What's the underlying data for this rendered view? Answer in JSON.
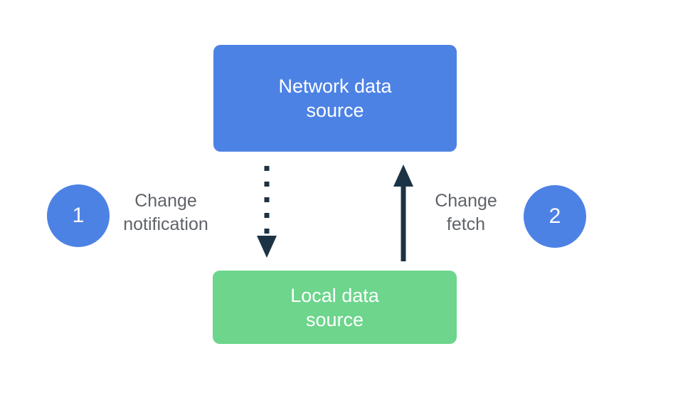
{
  "diagram": {
    "background_color": "#ffffff",
    "nodes": {
      "network": {
        "lines": [
          "Network data",
          "source"
        ],
        "color": "#4d82e5",
        "text_color": "#ffffff"
      },
      "local": {
        "lines": [
          "Local data",
          "source"
        ],
        "color": "#6dd58c",
        "text_color": "#ffffff"
      }
    },
    "badges": {
      "one": {
        "number": "1",
        "color": "#4d82e5",
        "text_color": "#ffffff"
      },
      "two": {
        "number": "2",
        "color": "#4d82e5",
        "text_color": "#ffffff"
      }
    },
    "labels": {
      "notification": {
        "lines": [
          "Change",
          "notification"
        ]
      },
      "fetch": {
        "lines": [
          "Change",
          "fetch"
        ]
      },
      "text_color": "#5f6368"
    },
    "arrows": {
      "color": "#1c3345",
      "notification": {
        "style": "dotted",
        "direction": "down"
      },
      "fetch": {
        "style": "solid",
        "direction": "up"
      }
    }
  }
}
